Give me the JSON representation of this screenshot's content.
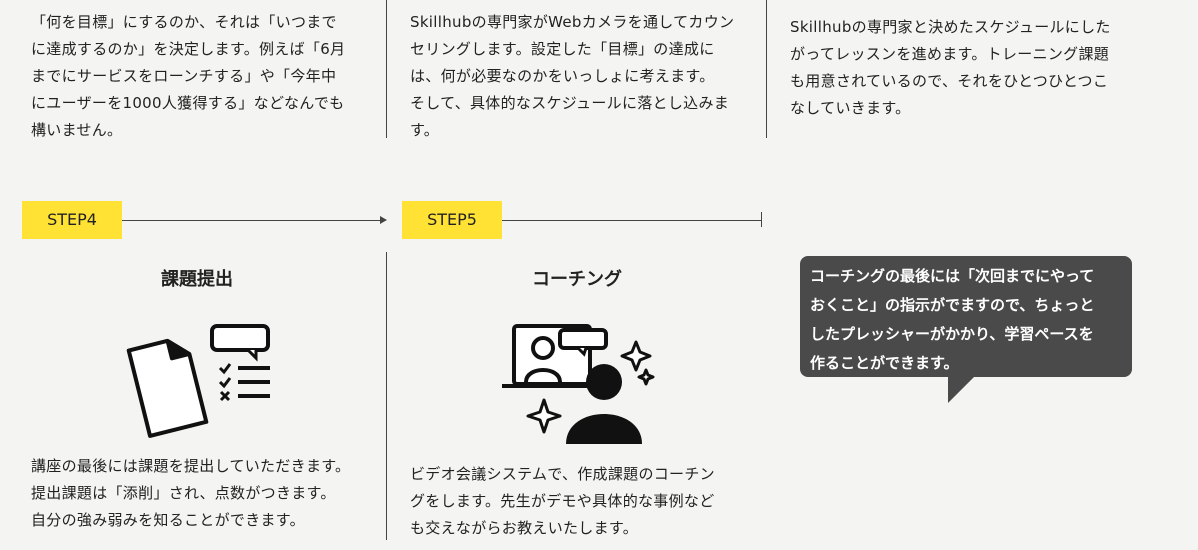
{
  "top": {
    "col1": [
      "「何を目標」にするのか、それは「いつまで",
      "に達成するのか」を決定します。例えば「6月",
      "までにサービスをローンチする」や「今年中",
      "にユーザーを1000人獲得する」などなんでも",
      "構いません。"
    ],
    "col2": [
      "Skillhubの専門家がWebカメラを通してカウン",
      "セリングします。設定した「目標」の達成に",
      "は、何が必要なのかをいっしょに考えます。",
      "そして、具体的なスケジュールに落とし込みま",
      "す。"
    ],
    "col3": [
      "Skillhubの専門家と決めたスケジュールにした",
      "がってレッスンを進めます。トレーニング課題",
      "も用意されているので、それをひとつひとつこ",
      "なしていきます。"
    ]
  },
  "steps": [
    {
      "badge": "STEP4",
      "title": "課題提出",
      "icon": "document-checklist-icon",
      "desc": [
        "講座の最後には課題を提出していただきます。",
        "提出課題は「添削」され、点数がつきます。",
        "自分の強み弱みを知ることができます。"
      ]
    },
    {
      "badge": "STEP5",
      "title": "コーチング",
      "icon": "video-coaching-icon",
      "desc": [
        "ビデオ会議システムで、作成課題のコーチン",
        "グをします。先生がデモや具体的な事例など",
        "も交えながらお教えいたします。"
      ]
    }
  ],
  "bubble": {
    "lines": [
      "コーチングの最後には「次回までにやって",
      "おくこと」の指示がでますので、ちょっと",
      "したプレッシャーがかかり、学習ペースを",
      "作ることができます。"
    ]
  },
  "colors": {
    "accent": "#ffe233",
    "bubble_bg": "#4a4a4a",
    "background": "#f4f4f2"
  }
}
